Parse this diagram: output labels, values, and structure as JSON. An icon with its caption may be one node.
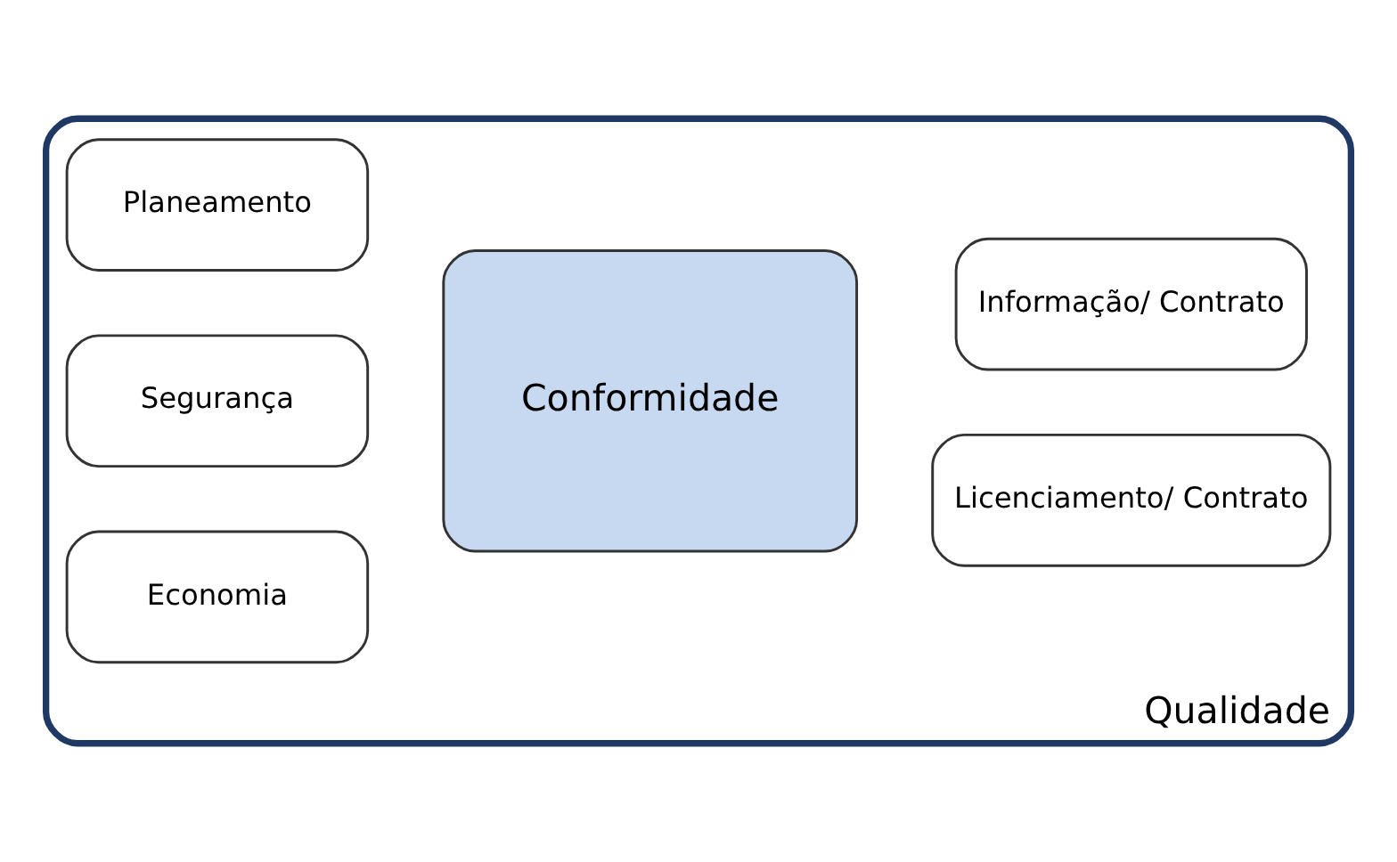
{
  "diagram": {
    "nodes": [
      {
        "text": [
          "Qualidade"
        ]
      },
      {
        "text": [
          "Planeamento"
        ],
        "in": 0
      },
      {
        "text": [
          "Licenciamento/ Contrato"
        ],
        "in": 0
      },
      {
        "text": [
          "Segurança"
        ],
        "in": 0
      },
      {
        "text": [
          "Conformidade"
        ],
        "in": 0
      },
      {
        "text": [
          "Informação/ Contrato"
        ],
        "in": 0
      },
      {
        "text": [
          "Economia"
        ],
        "in": 0
      }
    ]
  }
}
